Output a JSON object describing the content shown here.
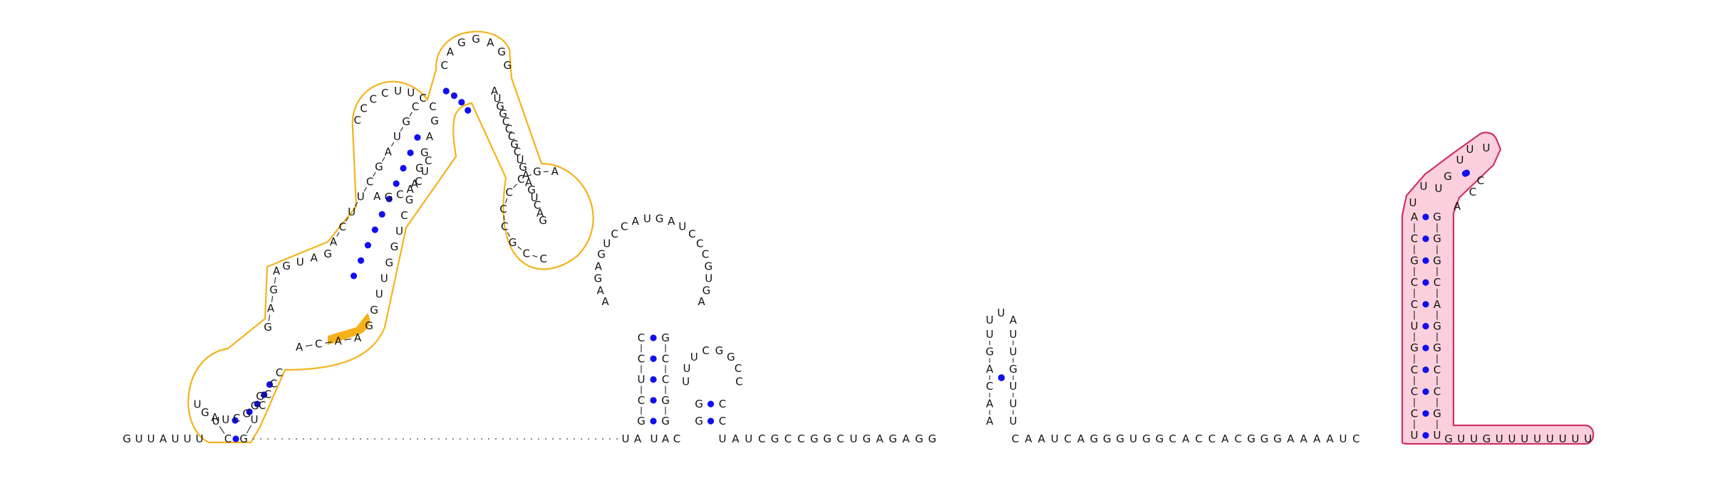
{
  "sequence_5prime": "GUUAUUU",
  "helices": {
    "outer_left_5p": "UC",
    "outer_left_3p": "UG",
    "stem1_loop": "UGAUCGGG",
    "stem1_right": "CCCC",
    "ac_junction": "ACAA",
    "junction_up": "GUAG",
    "junction_left": "GAGA",
    "long_stem_5p": "ACUUCGAUGC",
    "long_stem_3p": "GGUUGGUCGAGGAG",
    "inner_loop": "CUCACGA",
    "top_loop_left": "CCCCUUCC",
    "top_loop": "CAGGAGG",
    "right_arm": "AUGGCCCGCUGAAGUCAG",
    "right_loop": "AGCCCCGCC"
  },
  "mid_hairpin": {
    "stem_5p": "CCUCG",
    "stem_3p": "GCCGG",
    "loop": "AAGAGUCCAUGAUCCCGUGA"
  },
  "small_hairpin": {
    "stem_5p": "GGC",
    "stem_3p": "CCG",
    "loop": "UUUCGGCC"
  },
  "linker": "UAUCGCCGGCUGAGAGG",
  "hairpin3": {
    "stem_5p": "AACAGU",
    "loop": "UUA",
    "stem_3p": "UUGUUU"
  },
  "linker2": "CAAUCAGGGUGGCACCACGGGAAAAUC",
  "pink_hairpin": {
    "stem_5p": "UCCCGUCCGCA",
    "bulge_5p": "UUU",
    "stem_top_5p": "GU",
    "loop": "UU",
    "stem_top_3p": "CC",
    "bulge_3p": "A",
    "stem_3p": "UGCCGGACGGG"
  },
  "tail_3prime": "GUUGUUUUUUUU",
  "colors": {
    "backbone": "#222222",
    "base_pair_dot": "#1010ee",
    "highlight_outline": "#f3b21a",
    "highlight_fill": "#f3b21a",
    "pink_fill": "#fbd0dc",
    "pink_stroke": "#d0306a"
  }
}
